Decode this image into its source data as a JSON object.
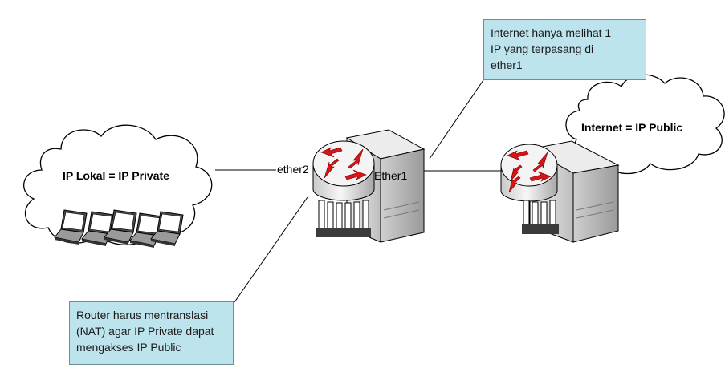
{
  "notes": {
    "internet_top": {
      "lines": [
        "Internet hanya melihat 1",
        "IP yang terpasang di",
        "ether1"
      ]
    },
    "router_bottom": {
      "lines": [
        "Router harus mentranslasi",
        "(NAT) agar IP Private dapat",
        "mengakses IP Public"
      ]
    }
  },
  "clouds": {
    "local": {
      "label": "IP Lokal = IP Private"
    },
    "internet": {
      "label": "Internet = IP Public"
    }
  },
  "ports": {
    "ether2": "ether2",
    "ether1": "Ether1"
  },
  "colors": {
    "note_fill": "#bde3ec",
    "arrow_red": "#d8141a",
    "server_gray": "#d9d9d9"
  },
  "icons": [
    "cloud-icon",
    "router-icon",
    "server-icon",
    "laptop-icon"
  ]
}
